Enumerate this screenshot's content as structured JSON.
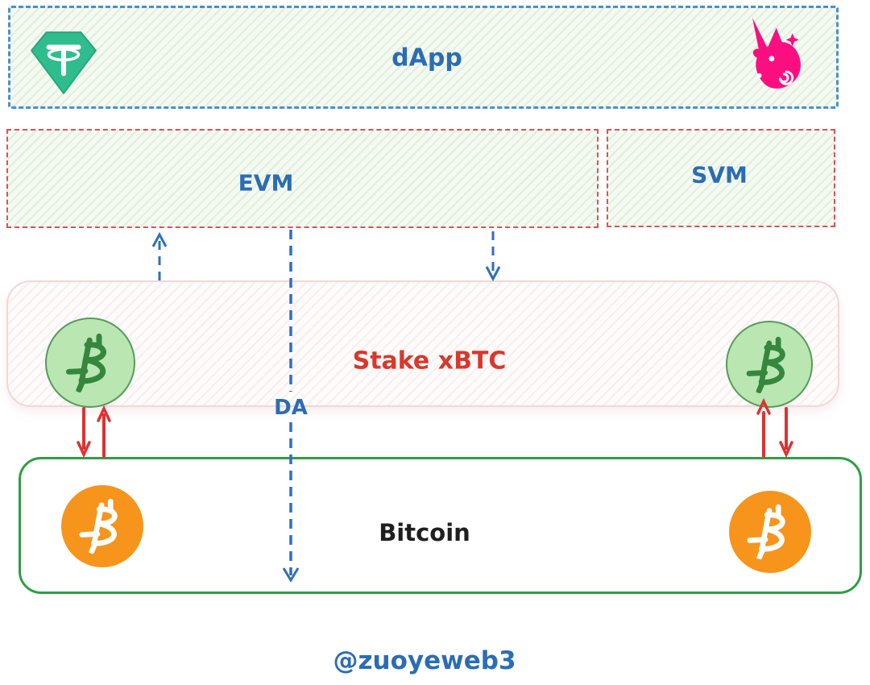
{
  "nodes": {
    "dapp": {
      "label": "dApp"
    },
    "evm": {
      "label": "EVM"
    },
    "svm": {
      "label": "SVM"
    },
    "stake": {
      "label": "Stake xBTC"
    },
    "da": {
      "label": "DA"
    },
    "bitcoin": {
      "label": "Bitcoin"
    },
    "watermark": {
      "label": "@zuoyeweb3"
    }
  },
  "icons": {
    "tether": "tether-gem-icon",
    "uniswap": "uniswap-unicorn-icon",
    "staked_btc": "bitcoin-coin-icon-green",
    "native_btc": "bitcoin-coin-icon-orange"
  },
  "colors": {
    "dapp_border": "#4a91c9",
    "vm_border": "#e1504f",
    "stake_border": "#f3d7d6",
    "bitcoin_border": "#2f9e44",
    "blue_text": "#2a6db5",
    "red_text": "#d6392e",
    "black_text": "#1f1f1f",
    "red_arrow": "#e03131",
    "blue_arrow": "#2e6fbd",
    "tether_green": "#2fbd8e",
    "uniswap_pink": "#fb0f80",
    "btc_orange": "#f7941c",
    "staked_fill_green": "#b9e6b1",
    "staked_glyph_green": "#35873e"
  }
}
